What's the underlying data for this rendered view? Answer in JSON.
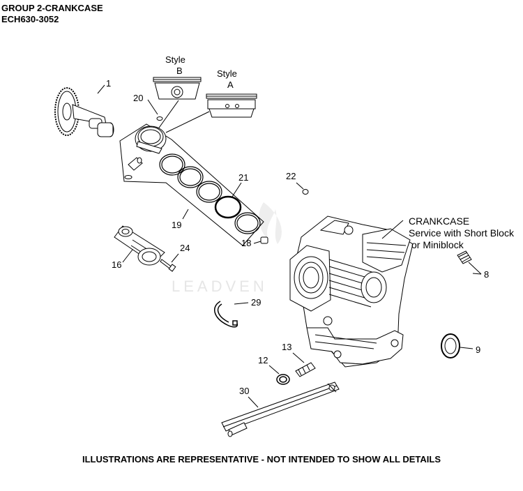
{
  "header": {
    "title": "GROUP 2-CRANKCASE",
    "model": "ECH630-3052"
  },
  "styles": {
    "style_b_word": "Style",
    "style_b_letter": "B",
    "style_a_word": "Style",
    "style_a_letter": "A"
  },
  "crankcase_note": {
    "line1": "CRANKCASE",
    "line2": "Service with Short Block",
    "line3": "or Miniblock"
  },
  "callouts": {
    "p1": "1",
    "p20": "20",
    "p21": "21",
    "p19": "19",
    "p22": "22",
    "p24": "24",
    "p16": "16",
    "p18": "18",
    "p8": "8",
    "p29": "29",
    "p9": "9",
    "p13": "13",
    "p12": "12",
    "p30": "30"
  },
  "watermark": "LEADVEN",
  "footer": "ILLUSTRATIONS ARE REPRESENTATIVE - NOT INTENDED TO SHOW ALL DETAILS",
  "colors": {
    "line": "#000000",
    "watermark": "#e6e6e6"
  }
}
